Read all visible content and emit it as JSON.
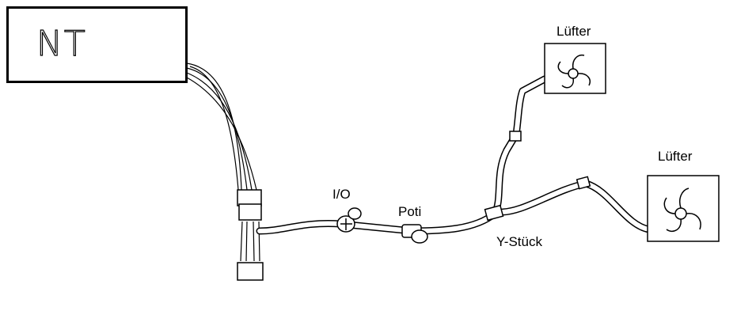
{
  "power_supply": {
    "label": "NT"
  },
  "labels": {
    "io": "I/O",
    "poti": "Poti",
    "y_splitter": "Y-Stück",
    "fan_top": "Lüfter",
    "fan_right": "Lüfter"
  },
  "colors": {
    "ink": "#000000",
    "paper": "#ffffff"
  }
}
